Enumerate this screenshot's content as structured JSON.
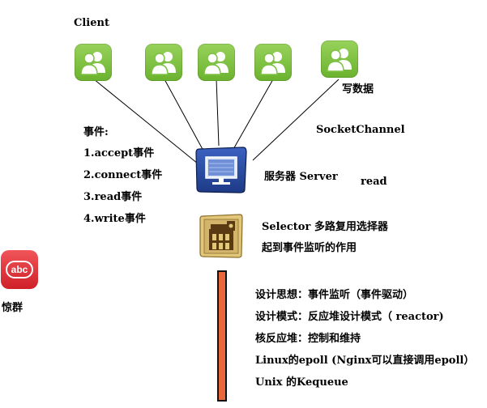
{
  "client_label": "Client",
  "write_data_label": "写数据",
  "events": {
    "title": "事件:",
    "items": [
      "1.accept事件",
      "2.connect事件",
      "3.read事件",
      "4.write事件"
    ]
  },
  "socket_channel_label": "SocketChannel",
  "server_label": "服务器 Server",
  "read_label": "read",
  "selector": {
    "line1": "Selector 多路复用选择器",
    "line2": "起到事件监听的作用"
  },
  "abc": {
    "icon_text": "abc",
    "label": "惊群"
  },
  "notes": [
    "设计思想：事件监听（事件驱动）",
    "设计模式：反应堆设计模式（ reactor)",
    "核反应堆：控制和维持",
    "Linux的epoll (Nginx可以直接调用epoll）",
    "Unix 的Kequeue"
  ],
  "icons": {
    "client": "users-icon",
    "server": "monitor-icon",
    "selector": "building-icon",
    "abc": "abc-app-icon"
  },
  "colors": {
    "client_green": "#7cc242",
    "server_blue": "#2a4ea8",
    "selector_gold": "#d8b663",
    "abc_red": "#e4373c",
    "bar_orange": "#e8683b"
  }
}
